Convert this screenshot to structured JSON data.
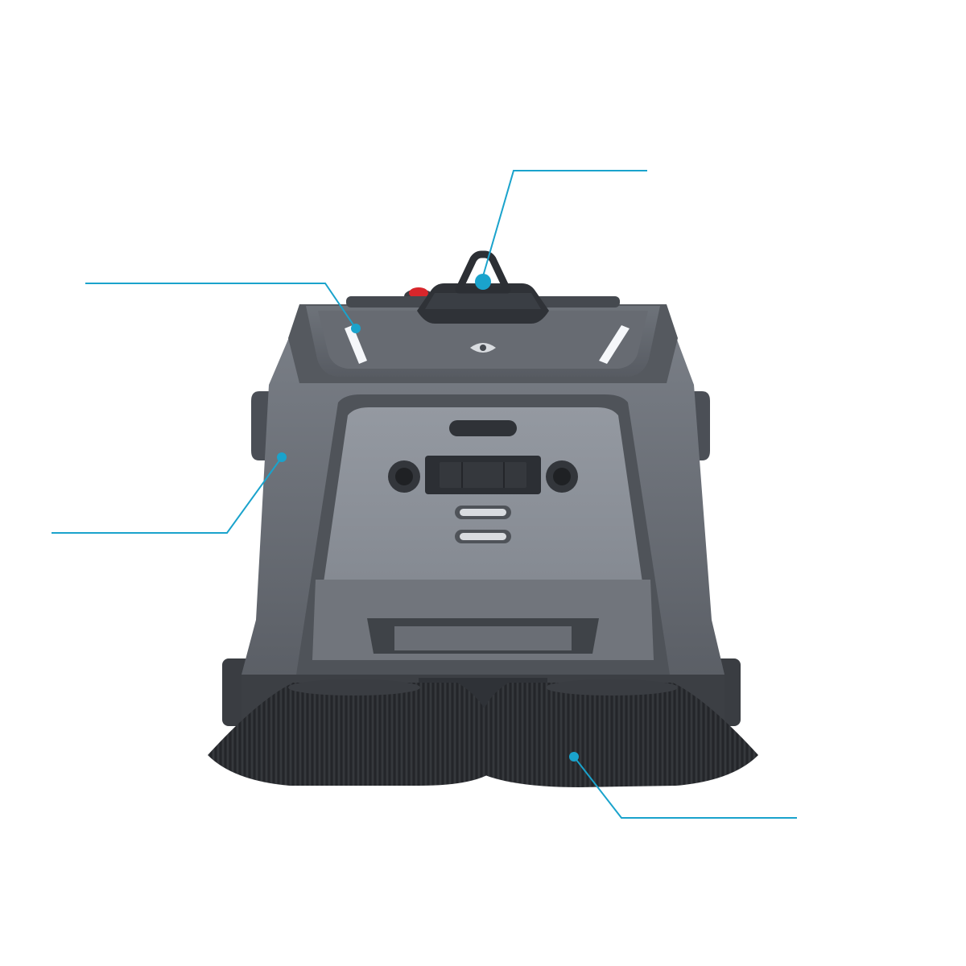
{
  "colors": {
    "background": "#ffffff",
    "callout": "#1aa3cc",
    "body_dark": "#5d6168",
    "body_mid": "#7f848c",
    "body_light": "#9ba0a8",
    "panel": "#8c9199",
    "trim": "#4b4f56",
    "black_part": "#2e3136",
    "brush": "#2b2d31",
    "led": "#f5f7fa",
    "stop_button": "#d8262b"
  },
  "callouts": [
    {
      "name": "callout-top-sensor",
      "label": ""
    },
    {
      "name": "callout-top-cover",
      "label": ""
    },
    {
      "name": "callout-side-shell",
      "label": ""
    },
    {
      "name": "callout-side-brush",
      "label": ""
    }
  ],
  "parts": [
    {
      "name": "lidar-sensor-icon"
    },
    {
      "name": "emergency-stop-icon"
    },
    {
      "name": "front-camera-icon"
    },
    {
      "name": "side-brush-left-icon"
    },
    {
      "name": "side-brush-right-icon"
    }
  ]
}
